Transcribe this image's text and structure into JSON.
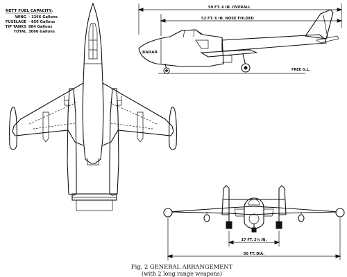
{
  "fuel": {
    "heading": "NETT FUEL CAPACITY:",
    "rows": [
      {
        "label": "WING",
        "value": "- 1266 Gallons"
      },
      {
        "label": "FUSELAGE",
        "value": "- 850 Gallons"
      },
      {
        "label": "TIP TANKS",
        "value": "884 Gallons"
      },
      {
        "label": "TOTAL",
        "value": "3000 Gallons"
      }
    ]
  },
  "side_view": {
    "overall_label": "59 FT. 6 IN. OVERALL",
    "folded_label": "52 FT. 6 IN. NOSE FOLDED",
    "radar_label": "RADAR",
    "ground_label": "FREE G.L."
  },
  "front_view": {
    "track_label": "17 FT. 2½ IN.",
    "span_label": "50 FT. DIA."
  },
  "caption": {
    "line1": "Fig. 2  GENERAL ARRANGEMENT",
    "line2": "(with 2 long range weapons)"
  }
}
